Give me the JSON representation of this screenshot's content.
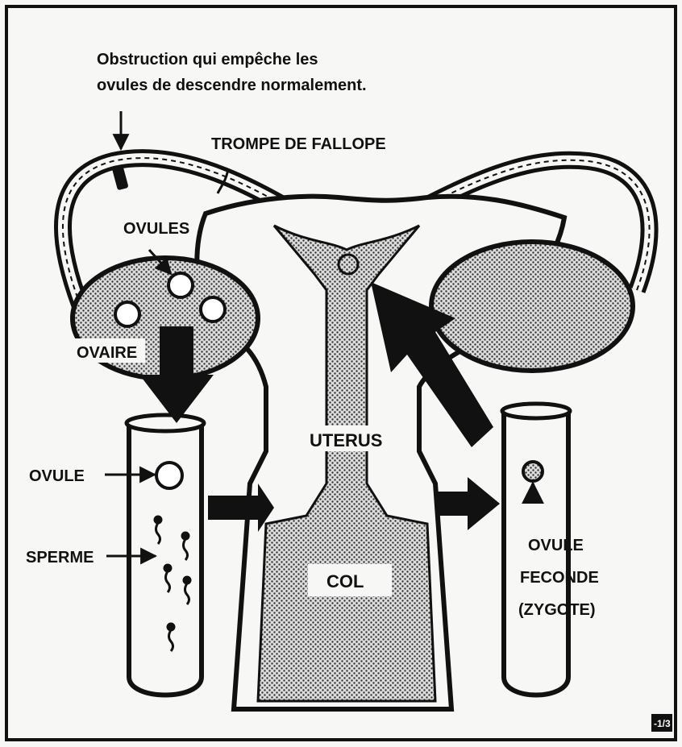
{
  "labels": {
    "obstruction_line1": "Obstruction qui empêche les",
    "obstruction_line2": "ovules de descendre normalement.",
    "trompe": "TROMPE DE FALLOPE",
    "ovules": "OVULES",
    "ovaire": "OVAIRE",
    "uterus": "UTERUS",
    "col": "COL",
    "ovule": "OVULE",
    "sperme": "SPERME",
    "ovule_feconde_1": "OVULE",
    "ovule_feconde_2": "FECONDE",
    "ovule_feconde_3": "(ZYGOTE)",
    "corner_mark": "-1/3"
  },
  "colors": {
    "ink": "#111111",
    "paper": "#f7f7f5",
    "stipple": "#8a8a8a"
  }
}
